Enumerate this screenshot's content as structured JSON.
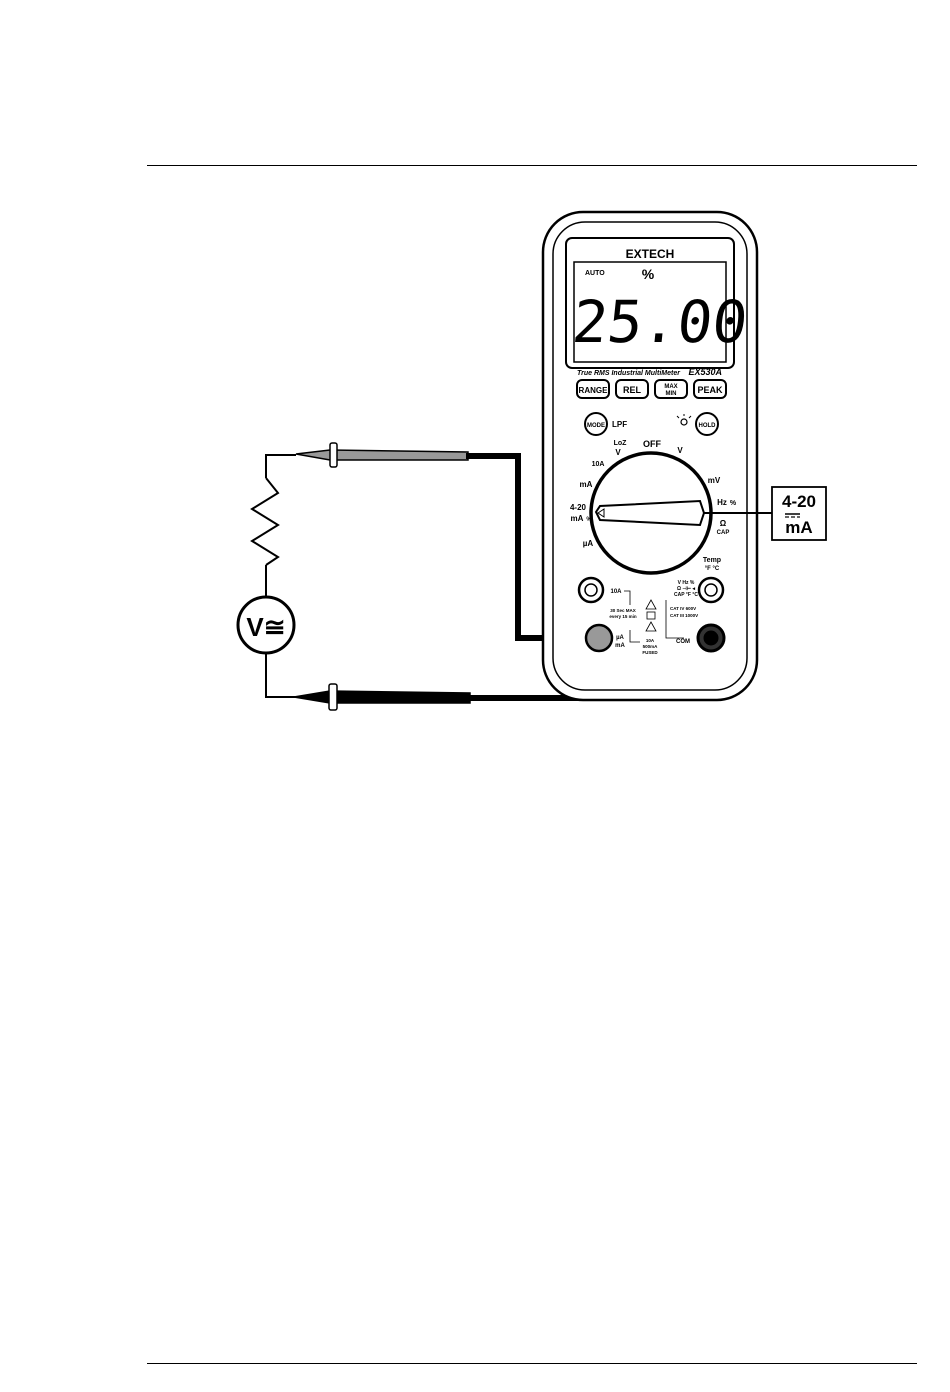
{
  "meter": {
    "brand": "EXTECH",
    "model": "EX530A",
    "subtitle": "True RMS Industrial MultiMeter",
    "display": {
      "auto": "AUTO",
      "unit": "%",
      "reading": "25.00"
    },
    "buttons": {
      "range": "RANGE",
      "rel": "REL",
      "maxmin_top": "MAX",
      "maxmin_bottom": "MIN",
      "peak": "PEAK",
      "mode": "MODE",
      "lpf": "LPF",
      "hold": "HOLD"
    },
    "dial": {
      "off": "OFF",
      "loz": "LoZ",
      "loz_v": "V",
      "v_ac": "V",
      "a10": "10A",
      "mv": "mV",
      "ma": "mA",
      "hz": "Hz",
      "pct_right": "%",
      "four_twenty": "4-20",
      "ma_pct": "mA",
      "pct_left": "%",
      "ohm": "Ω",
      "cap": "CAP",
      "ua": "µA",
      "temp": "Temp",
      "temp_units": "°F °C"
    },
    "jacks": {
      "a10_label": "10A",
      "fuse_note_1": "30 Sec MAX",
      "fuse_note_2": "every 15 min",
      "right_1": "V Hz %",
      "right_2": "Ω ⊣⊢ ◂",
      "right_3": "CAP °F °C",
      "cat_1": "CAT IV 600V",
      "cat_2": "CAT III 1000V",
      "ua_label": "µA",
      "ma_label": "mA",
      "fuse_1": "10A",
      "fuse_2": "500mA",
      "fuse_3": "FUSED",
      "com": "COM"
    }
  },
  "circuit": {
    "source_label": "V≅"
  },
  "callout": {
    "line1": "4-20",
    "line2": "mA"
  }
}
